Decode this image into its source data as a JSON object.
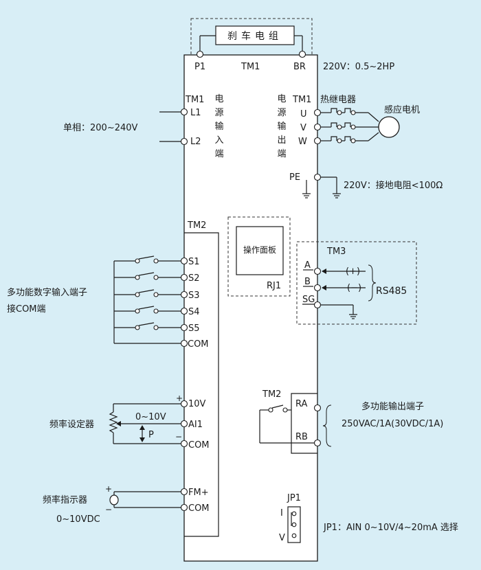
{
  "brake_unit": {
    "label": "刹车电组",
    "p1": "P1",
    "tm1": "TM1",
    "br": "BR",
    "rating": "220V：0.5~2HP"
  },
  "power_input": {
    "tm1": "TM1",
    "l1": "L1",
    "l2": "L2",
    "title_chars": [
      "电",
      "源",
      "输",
      "入",
      "端"
    ],
    "supply": "单相：200~240V"
  },
  "power_output": {
    "title_chars": [
      "电",
      "源",
      "输",
      "出",
      "端"
    ],
    "tm1": "TM1",
    "relay": "热继电器",
    "motor": "感应电机",
    "u": "U",
    "v": "V",
    "w": "W"
  },
  "ground": {
    "pe": "PE",
    "note": "220V：接地电阻<100Ω"
  },
  "tm2": {
    "label": "TM2"
  },
  "panel": {
    "label": "操作面板",
    "rj1": "RJ1"
  },
  "tm3": {
    "label": "TM3",
    "a": "A",
    "b": "B",
    "sg": "SG",
    "plus": "(+)",
    "minus": "(−)",
    "bus": "RS485"
  },
  "digital_inputs": {
    "terminals": [
      "S1",
      "S2",
      "S3",
      "S4",
      "S5"
    ],
    "com": "COM",
    "desc_line1": "多功能数字输入端子",
    "desc_line2": "接COM端"
  },
  "freq_setter": {
    "v10": "10V",
    "ai1": "AI1",
    "com": "COM",
    "plus": "+",
    "minus": "−",
    "range": "0~10V",
    "p": "P",
    "label": "频率设定器"
  },
  "freq_indicator": {
    "fm": "FM+",
    "com": "COM",
    "plus": "+",
    "minus": "−",
    "label": "频率指示器",
    "range": "0~10VDC"
  },
  "relay_out": {
    "tm2": "TM2",
    "ra": "RA",
    "rb": "RB",
    "label": "多功能输出端子",
    "rating": "250VAC/1A(30VDC/1A)"
  },
  "jumper": {
    "label": "JP1",
    "i": "I",
    "v": "V",
    "note": "JP1：AIN  0~10V/4~20mA 选择"
  }
}
